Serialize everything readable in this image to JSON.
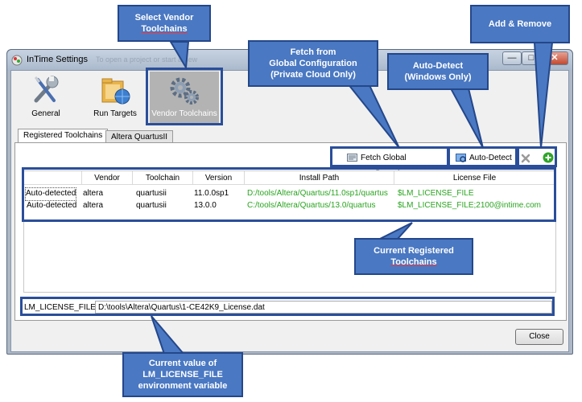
{
  "window": {
    "title": "InTime Settings",
    "blurred_caption": "To open a project or start a new",
    "minimize_glyph": "—",
    "maximize_glyph": "□",
    "close_glyph": "✕"
  },
  "categories": [
    {
      "label": "General",
      "icon": "wrench-screwdriver-icon"
    },
    {
      "label": "Run Targets",
      "icon": "folder-globe-icon"
    },
    {
      "label": "Vendor Toolchains",
      "icon": "gears-icon",
      "active": true
    }
  ],
  "tabs": [
    {
      "label": "Registered Toolchains",
      "active": true
    },
    {
      "label": "Altera QuartusII",
      "active": false
    }
  ],
  "toolbar": {
    "fetch_label": "Fetch Global Configuration",
    "autodetect_label": "Auto-Detect",
    "remove_icon": "x-icon",
    "add_icon": "plus-icon"
  },
  "table": {
    "columns": [
      "",
      "Vendor",
      "Toolchain",
      "Version",
      "Install Path",
      "License File"
    ],
    "rows": [
      {
        "source": "Auto-detected",
        "vendor": "altera",
        "toolchain": "quartusii",
        "version": "11.0.0sp1",
        "install_path": "D:/tools/Altera/Quartus/11.0sp1/quartus",
        "license": "$LM_LICENSE_FILE"
      },
      {
        "source": "Auto-detected",
        "vendor": "altera",
        "toolchain": "quartusii",
        "version": "13.0.0",
        "install_path": "C:/tools/Altera/Quartus/13.0/quartus",
        "license": "$LM_LICENSE_FILE;2100@intime.com"
      }
    ]
  },
  "env": {
    "label": "LM_LICENSE_FILE =",
    "value": "D:\\tools\\Altera\\Quartus\\1-CE42K9_License.dat"
  },
  "close_button": "Close",
  "callouts": {
    "select_vendor_1": "Select  Vendor",
    "select_vendor_2": "Toolchains",
    "fetch_1": "Fetch from",
    "fetch_2": "Global Configuration",
    "fetch_3": "(Private  Cloud Only)",
    "autodetect_1": "Auto-Detect",
    "autodetect_2": "(Windows Only)",
    "add_remove": "Add & Remove",
    "current_1": "Current Registered",
    "current_2": "Toolchains",
    "envvar_1": "Current value of",
    "envvar_2": "LM_LICENSE_FILE",
    "envvar_3": "environment variable"
  },
  "colors": {
    "callout_fill": "#4a78c2",
    "callout_border": "#24478a",
    "path_text": "#29a51f"
  }
}
